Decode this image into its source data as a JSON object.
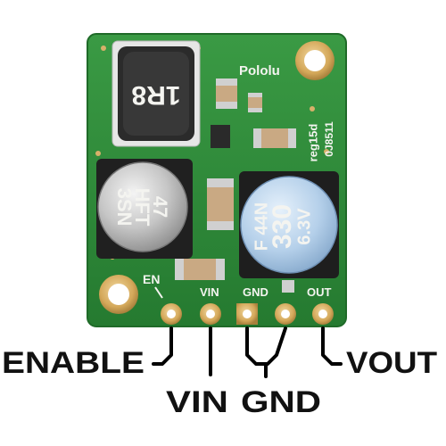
{
  "board": {
    "brand": "Pololu",
    "part_number": "reg15d",
    "lot_code": "0J8511",
    "inductor_marking": "1R8",
    "input_cap_marking": {
      "line1": "47",
      "line2": "HFT",
      "line3": "3SN"
    },
    "output_cap_marking": {
      "line1": "F 44N",
      "line2": "330",
      "line3": "6.3V"
    },
    "silkscreen_labels": {
      "en": "EN",
      "vin": "VIN",
      "gnd": "GND",
      "out": "OUT"
    },
    "colors": {
      "pcb_green": "#2f8f3a",
      "cap_blue": "#b9d4ec",
      "cap_silver": "#c8c8c8",
      "gold_pad": "#d9b36a"
    }
  },
  "pin_labels": {
    "enable": "ENABLE",
    "vin": "VIN",
    "gnd": "GND",
    "vout": "VOUT"
  }
}
